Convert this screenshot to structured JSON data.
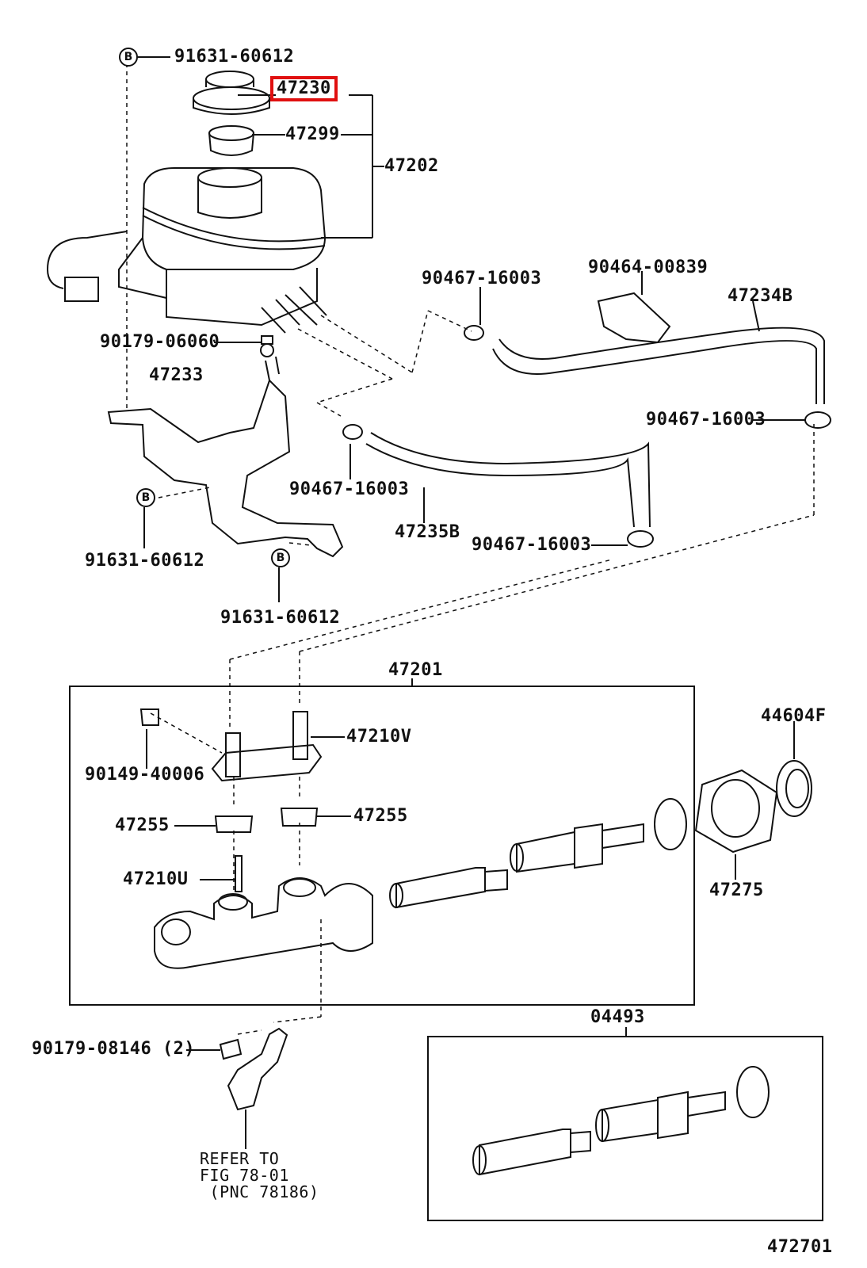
{
  "labels": {
    "bolt_top": "91631-60612",
    "cap": "47230",
    "strainer": "47299",
    "reservoir_assy": "47202",
    "clamp_a": "90467-16003",
    "clip": "90464-00839",
    "hose_b": "47234B",
    "nut_upper": "90179-06060",
    "bracket": "47233",
    "clamp_b": "90467-16003",
    "clamp_c": "90467-16003",
    "clamp_d": "90467-16003",
    "hose_a": "47235B",
    "bolt_left": "91631-60612",
    "bolt_bottom": "91631-60612",
    "cylinder_assy": "47201",
    "union": "47210V",
    "screw": "90149-40006",
    "grommet_left": "47255",
    "grommet_right": "47255",
    "pin": "47210U",
    "seal": "44604F",
    "gasket": "47275",
    "nut_lower": "90179-08146 (2)",
    "kit": "04493",
    "refer_note": "REFER TO\nFIG 78-01\n (PNC 78186)",
    "figure_number": "472701"
  },
  "bolt_symbol": "B",
  "colors": {
    "highlight": "#e01010",
    "line": "#111111"
  }
}
